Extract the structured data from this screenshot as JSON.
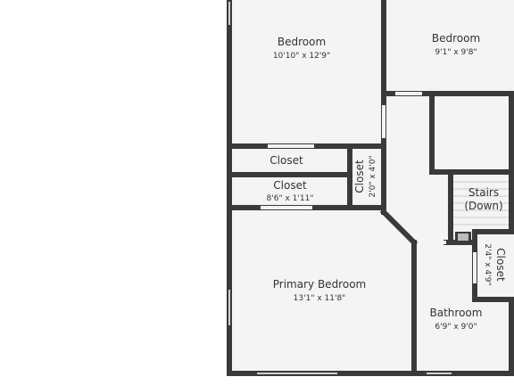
{
  "colors": {
    "wall": "#3a3a3a",
    "floor": "#f4f4f4",
    "text": "#333333",
    "background": "#ffffff"
  },
  "rooms": {
    "bedroom_left": {
      "name": "Bedroom",
      "dims": "10'10\" x 12'9\""
    },
    "bedroom_right": {
      "name": "Bedroom",
      "dims": "9'1\" x 9'8\""
    },
    "closet_upper": {
      "name": "Closet"
    },
    "closet_lower": {
      "name": "Closet",
      "dims": "8'6\" x 1'11\""
    },
    "closet_center": {
      "name": "Closet",
      "dims": "2'0\" x 4'0\""
    },
    "stairs": {
      "name_line1": "Stairs",
      "name_line2": "(Down)"
    },
    "primary_bedroom": {
      "name": "Primary Bedroom",
      "dims": "13'1\" x 11'8\""
    },
    "closet_right": {
      "name": "Closet",
      "dims": "2'4\" x 4'9\""
    },
    "bathroom": {
      "name": "Bathroom",
      "dims": "6'9\" x 9'0\""
    }
  }
}
